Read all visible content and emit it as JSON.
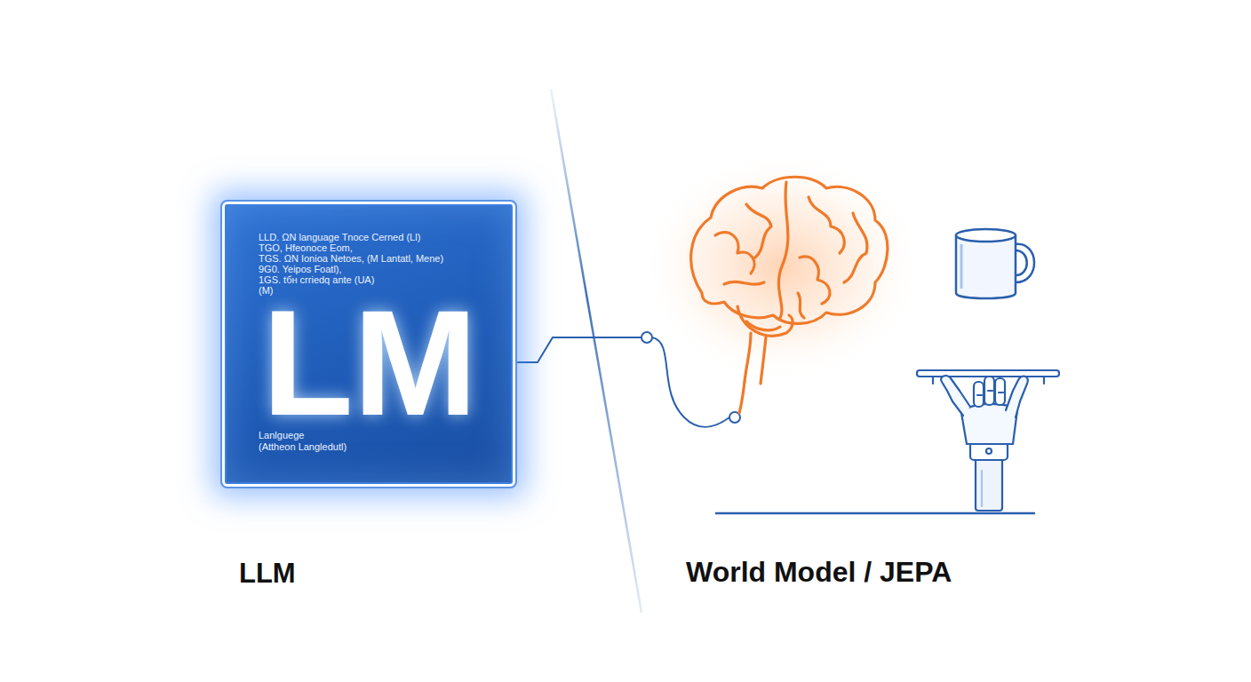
{
  "diagram": {
    "nodes": [
      {
        "text": [
          "LLD. ΩN language Tnoce Cerned (Ll)",
          "TGO, Hfeonoce Eom,",
          "TGS. ΩN Ionioa Netoes, (M Lantatl, Mene)",
          "9G0. Yeipos Foatl),",
          "1GS. tбн crriedq ante (UA)",
          "(M)",
          "LM",
          "Lanlguege",
          "(Attheon Langledutl)",
          "LLM"
        ]
      }
    ],
    "labels": [
      "World Model / JEPA"
    ]
  }
}
